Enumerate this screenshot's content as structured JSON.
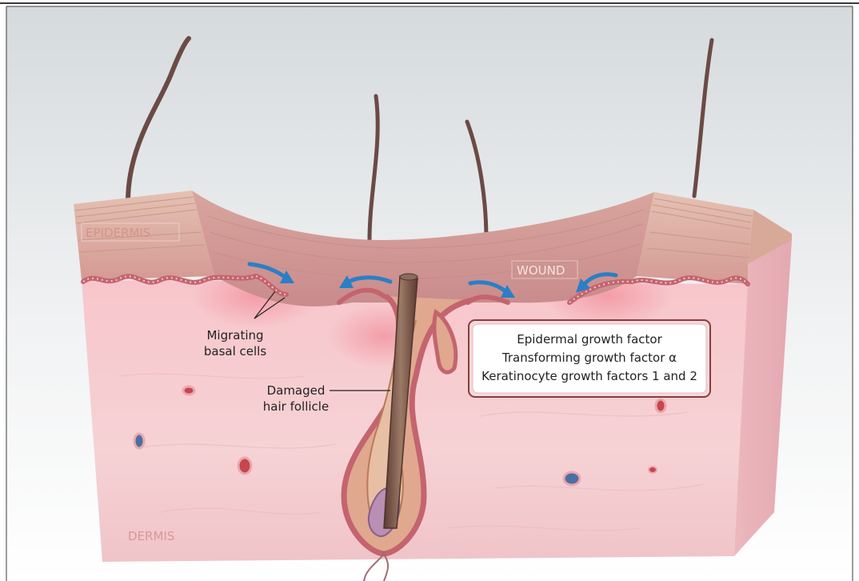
{
  "labels": {
    "epidermis": "EPIDERMIS",
    "wound": "WOUND",
    "dermis": "DERMIS",
    "migrating_line1": "Migrating",
    "migrating_line2": "basal cells",
    "follicle_line1": "Damaged",
    "follicle_line2": "hair follicle"
  },
  "growth_factors": {
    "line1": "Epidermal growth factor",
    "line2": "Transforming growth factor α",
    "line3": "Keratinocyte growth factors 1 and 2"
  },
  "colors": {
    "skin_dermis": "#f6cdd1",
    "epidermis": "#d8a79b",
    "basal_cells": "#c86a72",
    "hair": "#6b4a45",
    "arrow": "#2a7fc6",
    "label_pink": "#d49488",
    "box_border": "#8c3c3c"
  }
}
